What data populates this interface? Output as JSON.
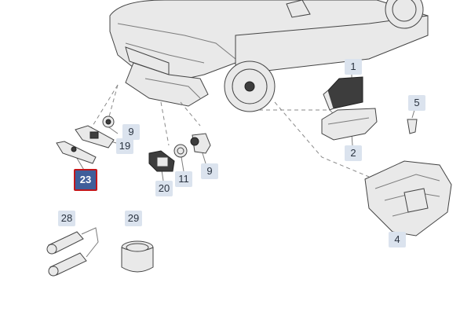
{
  "diagram": {
    "colors": {
      "callout_bg": "#dbe3ee",
      "selected_bg": "#3f5e9a",
      "selected_border": "#c2161b"
    },
    "callouts": [
      {
        "label": "1",
        "selected": false
      },
      {
        "label": "5",
        "selected": false
      },
      {
        "label": "2",
        "selected": false
      },
      {
        "label": "9",
        "selected": false
      },
      {
        "label": "19",
        "selected": false
      },
      {
        "label": "9",
        "selected": false
      },
      {
        "label": "20",
        "selected": false
      },
      {
        "label": "11",
        "selected": false
      },
      {
        "label": "23",
        "selected": true
      },
      {
        "label": "4",
        "selected": false
      },
      {
        "label": "28",
        "selected": false
      },
      {
        "label": "29",
        "selected": false
      }
    ]
  }
}
